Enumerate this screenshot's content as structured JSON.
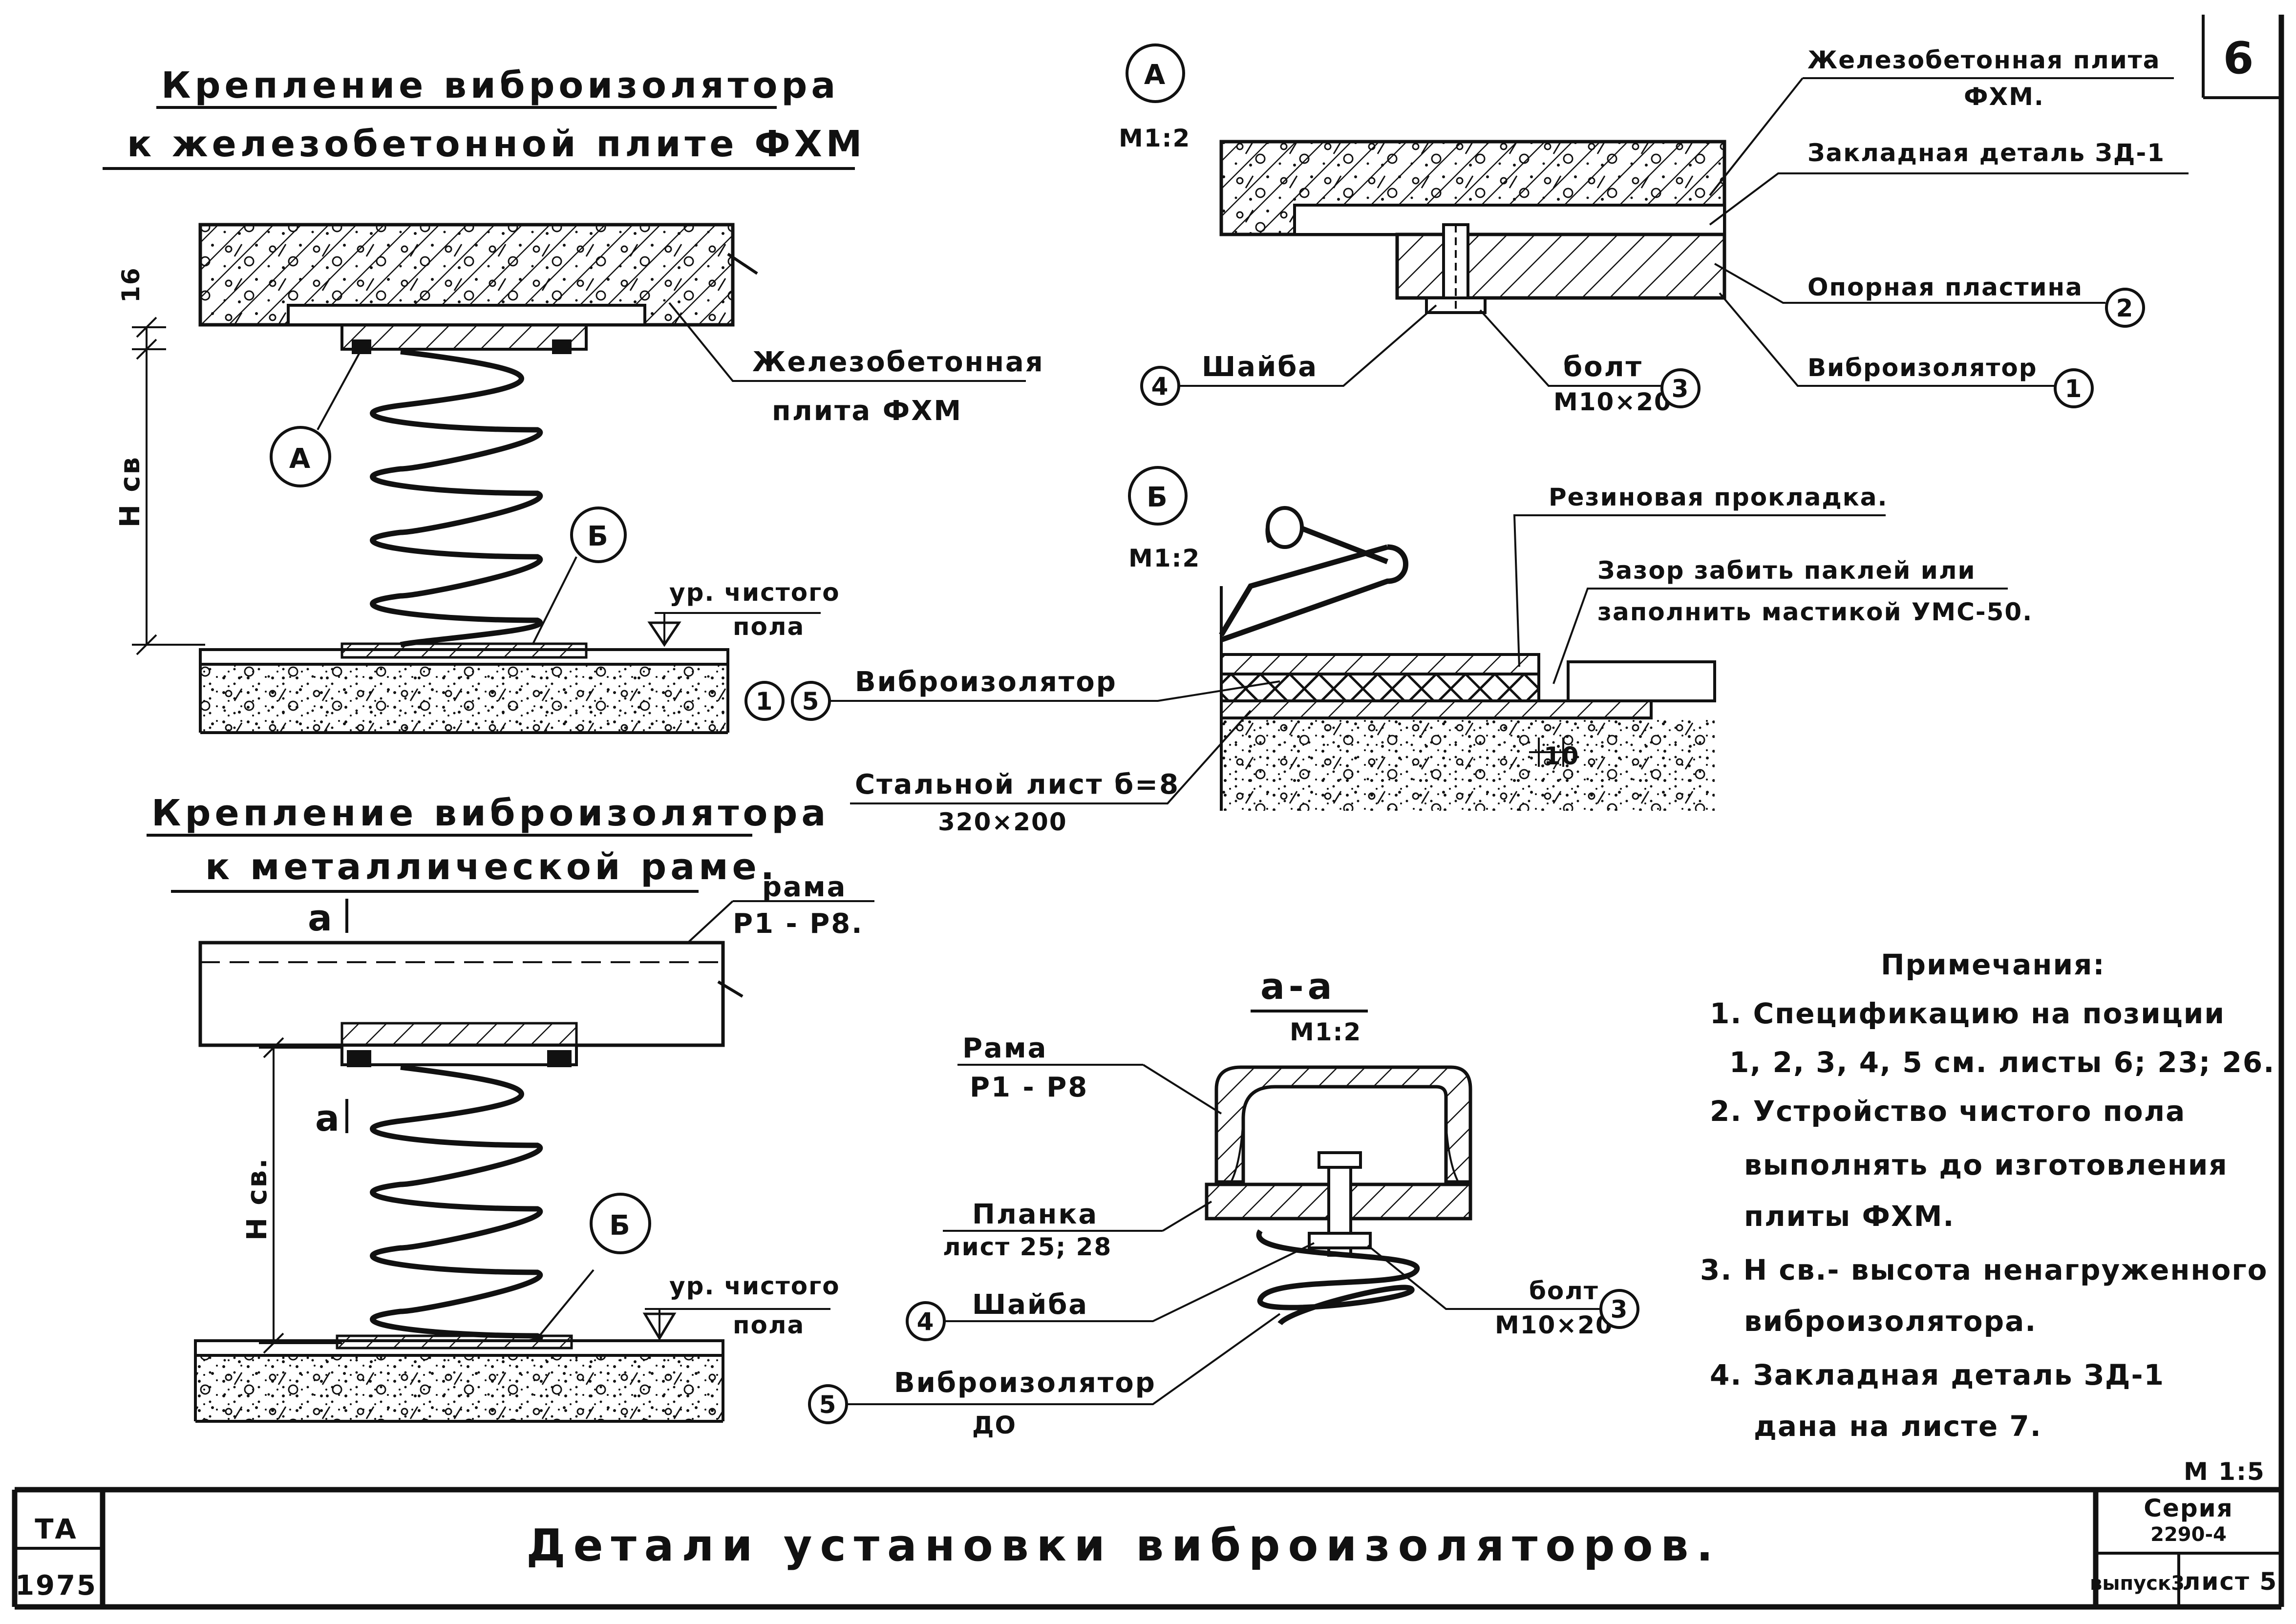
{
  "sheet_number": "6",
  "titles": {
    "slab_line1": "Крепление виброизолятора",
    "slab_line2": "к железобетонной плите ФХМ",
    "frame_line1": "Крепление виброизолятора",
    "frame_line2": "к металлической раме."
  },
  "view1": {
    "dim_16": "16",
    "dim_hcv": "H св",
    "slab_label_1": "Железобетонная",
    "slab_label_2": "плита ФХМ",
    "callout_a": "А",
    "callout_b": "Б",
    "floor_1": "ур. чистого",
    "floor_2": "пола"
  },
  "detail_a": {
    "mark": "А",
    "scale": "М1:2",
    "slab_1": "Железобетонная плита",
    "slab_2": "ФХМ.",
    "embedded": "Закладная деталь ЗД-1",
    "plate": "Опорная пластина",
    "plate_num": "2",
    "isolator": "Виброизолятор",
    "isolator_num": "1",
    "washer": "Шайба",
    "washer_num": "4",
    "bolt_1": "болт",
    "bolt_2": "М10×20",
    "bolt_num": "3"
  },
  "detail_b": {
    "mark": "Б",
    "scale": "М1:2",
    "rubber": "Резиновая прокладка.",
    "gap_1": "Зазор забить паклей или",
    "gap_2": "заполнить мастикой УМС-50.",
    "isolator": "Виброизолятор",
    "num_1": "1",
    "num_5": "5",
    "steel_1": "Стальной лист б=8",
    "steel_2": "320×200",
    "dim_10": "10"
  },
  "view2": {
    "frame_1": "рама",
    "frame_2": "Р1 - Р8.",
    "section_a_top": "а",
    "section_a_mid": "а",
    "dim_hcv": "H св.",
    "callout_b": "Б",
    "floor_1": "ур. чистого",
    "floor_2": "пола"
  },
  "section_aa": {
    "title": "а-а",
    "scale": "М1:2",
    "frame_1": "Рама",
    "frame_2": "Р1 - Р8",
    "bar_1": "Планка",
    "bar_2": "лист 25; 28",
    "washer": "Шайба",
    "washer_num": "4",
    "bolt_1": "болт",
    "bolt_2": "М10×20",
    "bolt_num": "3",
    "isolator_1": "Виброизолятор",
    "isolator_2": "ДО",
    "isolator_num": "5"
  },
  "notes": {
    "heading": "Примечания:",
    "n1a": "1. Спецификацию на позиции",
    "n1b": "1, 2, 3, 4, 5 см. листы 6; 23; 26.",
    "n2a": "2. Устройство чистого пола",
    "n2b": "выполнять до изготовления",
    "n2c": "плиты ФХМ.",
    "n3a": "3. H св.- высота ненагруженного",
    "n3b": "виброизолятора.",
    "n4a": "4. Закладная деталь ЗД-1",
    "n4b": "дана на листе 7."
  },
  "title_block": {
    "scale": "М 1:5",
    "org": "ТА",
    "year": "1975",
    "title": "Детали установки виброизоляторов.",
    "series_label": "Серия",
    "series_value": "2290-4",
    "issue": "выпуск3",
    "sheet": "лист 5"
  }
}
